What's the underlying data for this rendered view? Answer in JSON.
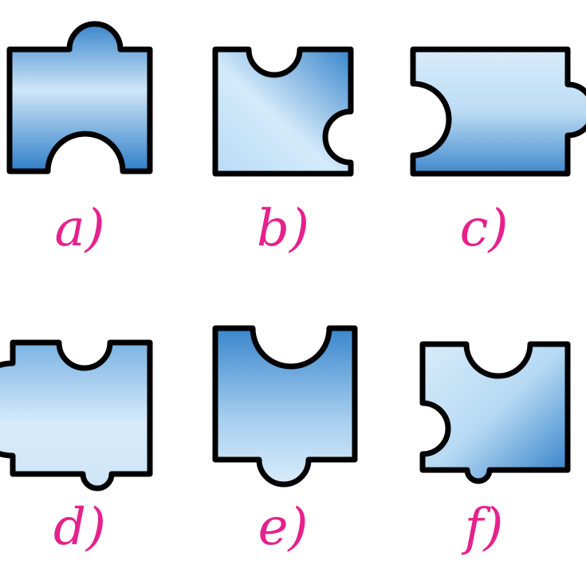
{
  "colors": {
    "label": "#e6218c",
    "fill_light": "#d8ecfa",
    "fill_mid": "#a9d0f0",
    "fill_dark": "#3a86cc",
    "outline": "#000000"
  },
  "pieces": [
    {
      "label": "a)"
    },
    {
      "label": "b)"
    },
    {
      "label": "c)"
    },
    {
      "label": "d)"
    },
    {
      "label": "e)"
    },
    {
      "label": "f)"
    }
  ]
}
